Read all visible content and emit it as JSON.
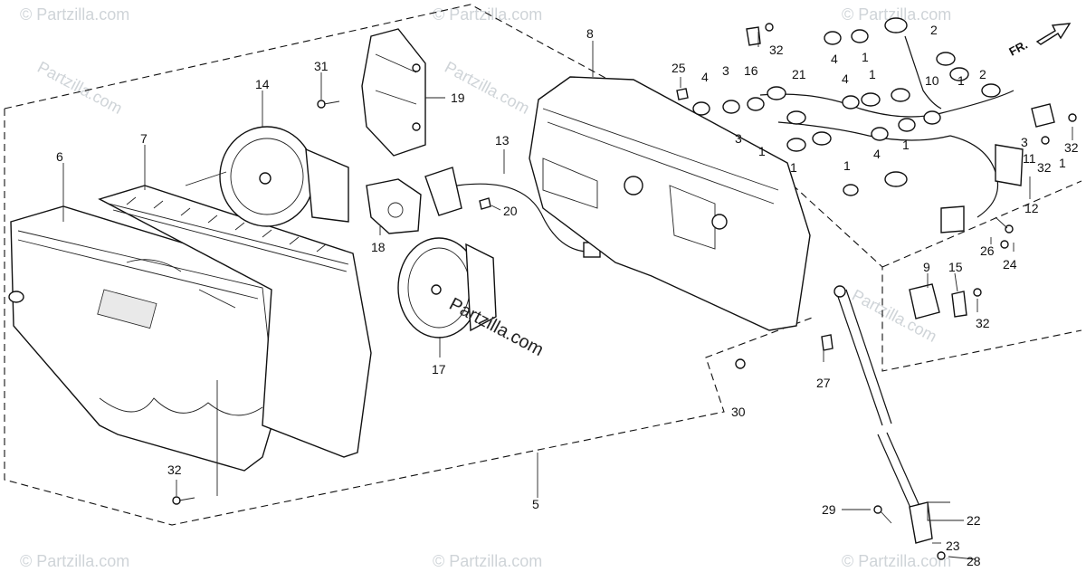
{
  "watermark": {
    "brand": "Partzilla.com",
    "corner_mark": "© Partzilla.com"
  },
  "direction_label": "FR.",
  "callouts": [
    "1",
    "2",
    "3",
    "4",
    "5",
    "6",
    "7",
    "8",
    "9",
    "10",
    "11",
    "12",
    "13",
    "14",
    "15",
    "16",
    "17",
    "18",
    "19",
    "20",
    "21",
    "22",
    "23",
    "24",
    "25",
    "26",
    "27",
    "28",
    "29",
    "30",
    "31",
    "32"
  ],
  "labels": {
    "l1a": "1",
    "l1b": "1",
    "l1c": "1",
    "l1d": "1",
    "l1e": "1",
    "l1f": "1",
    "l1g": "1",
    "l1h": "1",
    "l2a": "2",
    "l2b": "2",
    "l3a": "3",
    "l3b": "3",
    "l3c": "3",
    "l4a": "4",
    "l4b": "4",
    "l4c": "4",
    "l4d": "4",
    "l5": "5",
    "l6": "6",
    "l7": "7",
    "l8": "8",
    "l9": "9",
    "l10": "10",
    "l11": "11",
    "l12": "12",
    "l13": "13",
    "l14": "14",
    "l15": "15",
    "l16": "16",
    "l17": "17",
    "l18": "18",
    "l19": "19",
    "l20": "20",
    "l21": "21",
    "l22": "22",
    "l23": "23",
    "l24": "24",
    "l25": "25",
    "l26": "26",
    "l27": "27",
    "l28": "28",
    "l29": "29",
    "l30": "30",
    "l31": "31",
    "l32a": "32",
    "l32b": "32",
    "l32c": "32",
    "l32d": "32",
    "l32e": "32"
  },
  "colors": {
    "line": "#111111",
    "watermark": "#cfd4d8",
    "background": "#ffffff"
  }
}
